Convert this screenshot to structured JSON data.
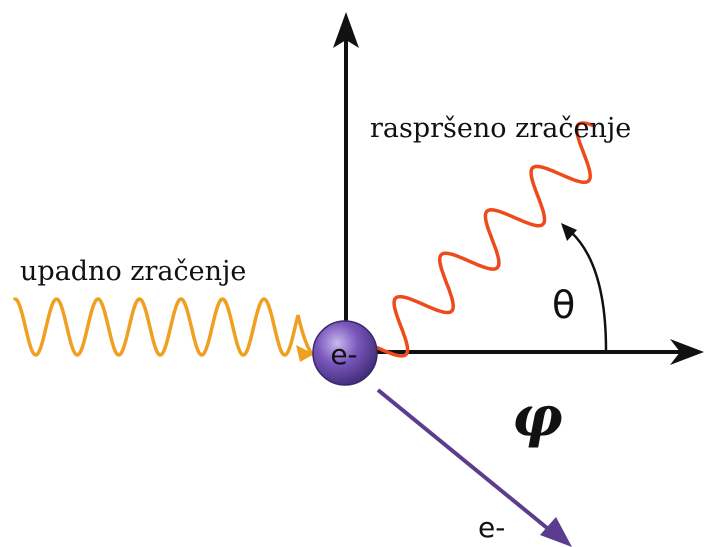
{
  "labels": {
    "incident": "upadno zračenje",
    "scattered": "raspršeno zračenje",
    "theta": "θ",
    "phi": "φ",
    "electron_center": "e-",
    "electron_out": "e-"
  },
  "colors": {
    "axis": "#111111",
    "incident_wave": "#f0a020",
    "scattered_wave": "#ee4a1c",
    "electron": "#6b4aa8",
    "electron_track": "#5a3d8c",
    "angle_arc": "#111111"
  }
}
